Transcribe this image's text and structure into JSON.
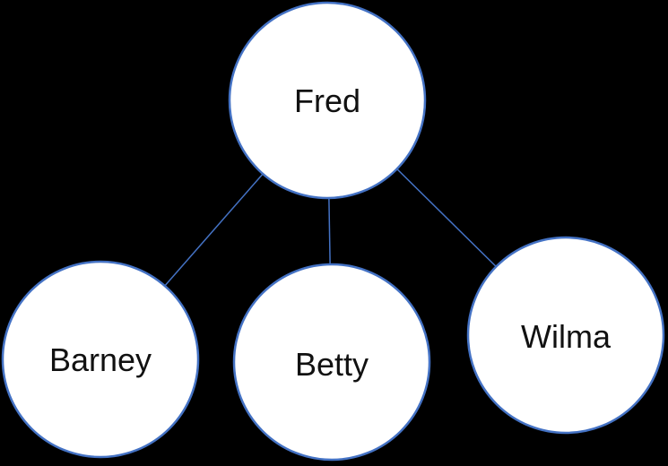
{
  "diagram": {
    "type": "graph",
    "nodes": [
      {
        "id": "fred",
        "label": "Fred"
      },
      {
        "id": "barney",
        "label": "Barney"
      },
      {
        "id": "betty",
        "label": "Betty"
      },
      {
        "id": "wilma",
        "label": "Wilma"
      }
    ],
    "edges": [
      {
        "from": "fred",
        "to": "barney"
      },
      {
        "from": "fred",
        "to": "betty"
      },
      {
        "from": "fred",
        "to": "wilma"
      }
    ],
    "colors": {
      "background": "#000000",
      "shape_fill": "#FFFFFF",
      "shape_stroke": "#4472C4",
      "edge_stroke": "#4472C4",
      "label_text": "#111111"
    }
  }
}
